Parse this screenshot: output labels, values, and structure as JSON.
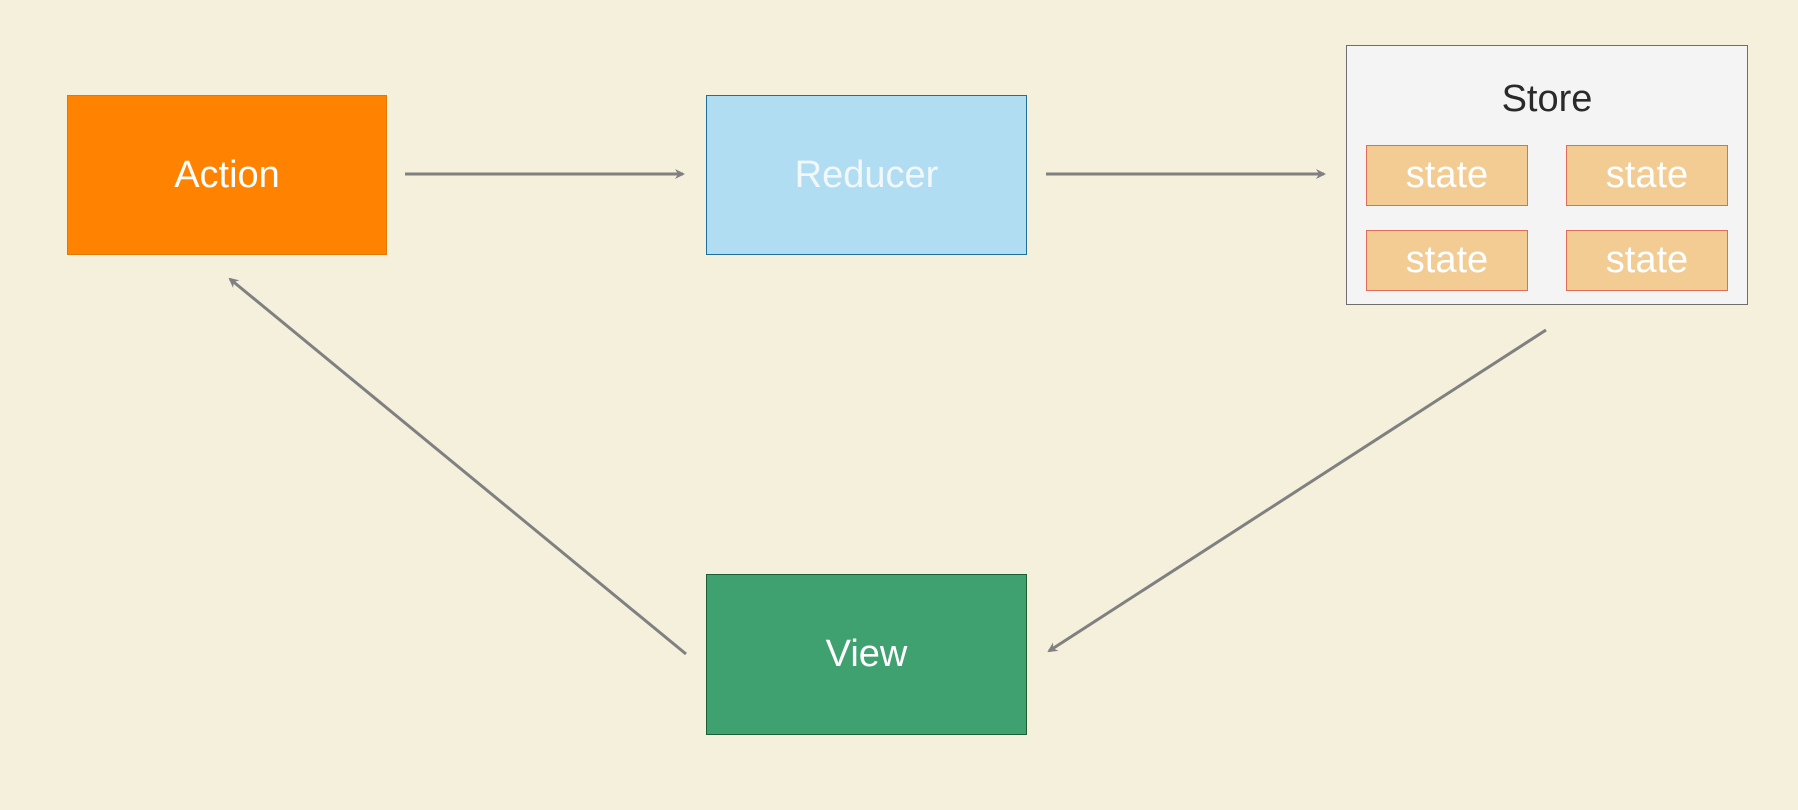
{
  "diagram": {
    "background": "#f5f0dc",
    "arrow_color": "#808080",
    "nodes": {
      "action": {
        "label": "Action",
        "fill": "#ff8300",
        "text_color": "#ffffff"
      },
      "reducer": {
        "label": "Reducer",
        "fill": "#b0ddf1",
        "text_color": "#f2f7fa"
      },
      "view": {
        "label": "View",
        "fill": "#3fa070",
        "text_color": "#ffffff"
      },
      "store": {
        "label": "Store",
        "fill": "#f4f4f4",
        "text_color": "#2a2a2a",
        "states": [
          {
            "label": "state"
          },
          {
            "label": "state"
          },
          {
            "label": "state"
          },
          {
            "label": "state"
          }
        ],
        "state_fill": "#f2cc93",
        "state_text_color": "#ffffff"
      }
    },
    "edges": [
      {
        "from": "action",
        "to": "reducer"
      },
      {
        "from": "reducer",
        "to": "store"
      },
      {
        "from": "store",
        "to": "view"
      },
      {
        "from": "view",
        "to": "action"
      }
    ]
  }
}
